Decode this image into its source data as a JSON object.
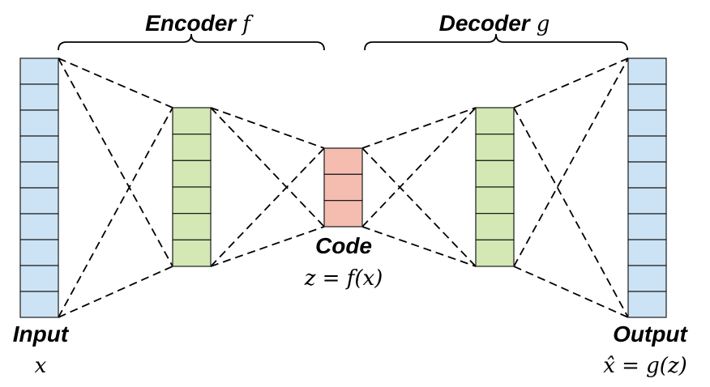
{
  "encoder": {
    "title": "Encoder",
    "symbol": "f"
  },
  "decoder": {
    "title": "Decoder",
    "symbol": "g"
  },
  "input": {
    "title": "Input",
    "symbol": "x"
  },
  "code": {
    "title": "Code",
    "formula": "z = f(x)"
  },
  "output": {
    "title": "Output",
    "formula": "x̂ = g(z)"
  },
  "layers": [
    {
      "name": "input-layer",
      "cells": 10,
      "color": "#cce3f5"
    },
    {
      "name": "encoder-hidden-layer",
      "cells": 6,
      "color": "#d3e8b4"
    },
    {
      "name": "code-layer",
      "cells": 3,
      "color": "#f4bdb0"
    },
    {
      "name": "decoder-hidden-layer",
      "cells": 6,
      "color": "#d3e8b4"
    },
    {
      "name": "output-layer",
      "cells": 10,
      "color": "#cce3f5"
    }
  ]
}
